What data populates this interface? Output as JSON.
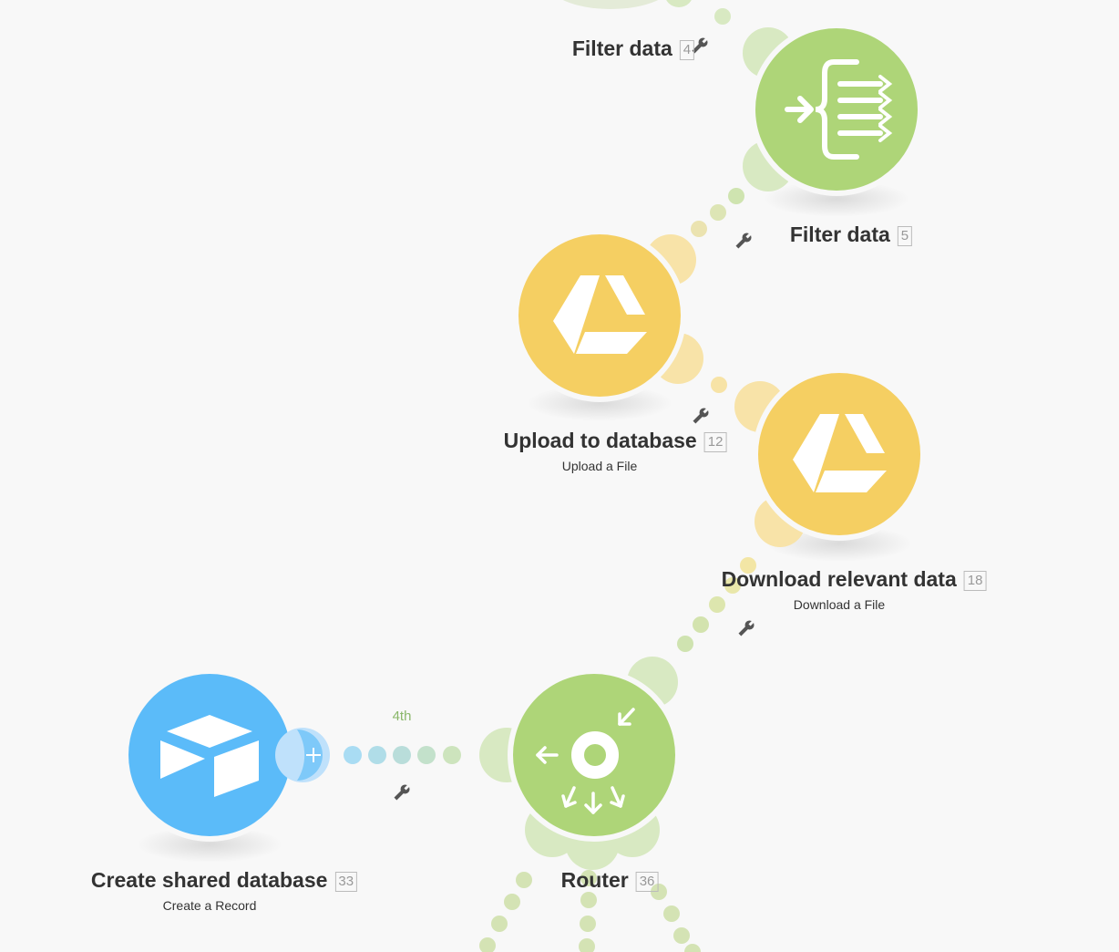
{
  "modules": [
    {
      "id": "filter-4",
      "title": "Filter data",
      "number": "4",
      "subtitle": "",
      "color": "#aed578",
      "icon": "filter-icon"
    },
    {
      "id": "filter-5",
      "title": "Filter data",
      "number": "5",
      "subtitle": "",
      "color": "#aed578",
      "icon": "filter-icon"
    },
    {
      "id": "upload",
      "title": "Upload to database",
      "number": "12",
      "subtitle": "Upload a File",
      "color": "#f5cf62",
      "icon": "google-drive-icon"
    },
    {
      "id": "download",
      "title": "Download relevant data",
      "number": "18",
      "subtitle": "Download a File",
      "color": "#f5cf62",
      "icon": "google-drive-icon"
    },
    {
      "id": "create-db",
      "title": "Create shared database",
      "number": "33",
      "subtitle": "Create a Record",
      "color": "#5bbbf9",
      "icon": "airtable-icon"
    },
    {
      "id": "router",
      "title": "Router",
      "number": "36",
      "subtitle": "",
      "color": "#aed578",
      "icon": "router-icon"
    }
  ],
  "route_label": "4th",
  "colors": {
    "background": "#f8f8f8",
    "green": "#aed578",
    "yellow": "#f5cf62",
    "blue": "#5bbbf9",
    "text": "#333333"
  }
}
